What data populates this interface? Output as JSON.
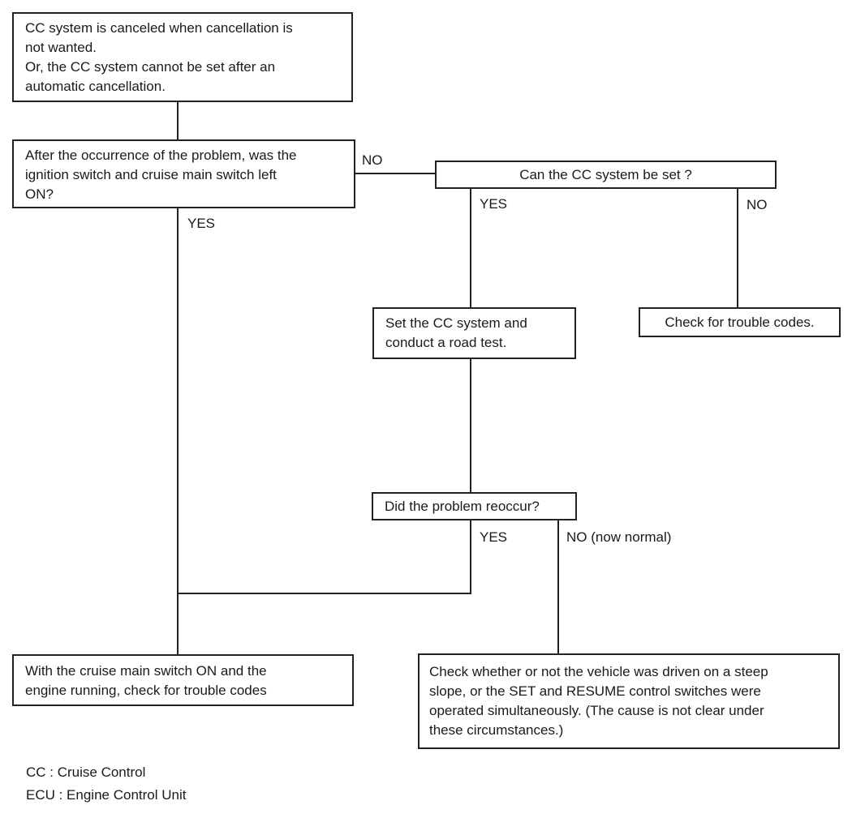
{
  "boxes": {
    "start": [
      "CC system is canceled when cancellation is",
      "not wanted.",
      "Or, the CC system cannot be set after an",
      "automatic cancellation."
    ],
    "q_ignition": [
      "After the occurrence of the problem, was the",
      "ignition switch and cruise main switch left",
      "ON?"
    ],
    "q_can_set": [
      "Can the CC system be set ?"
    ],
    "check_codes_simple": [
      "Check for trouble codes."
    ],
    "set_and_test": [
      "Set the CC system and",
      "conduct a road test."
    ],
    "q_reoccur": [
      "Did the problem reoccur?"
    ],
    "check_codes_main": [
      "With the cruise main switch ON and the",
      "engine running, check for trouble codes"
    ],
    "check_slope": [
      "Check whether or not the vehicle was driven on a steep",
      "slope, or the SET and RESUME control switches were",
      "operated simultaneously. (The cause is not clear under",
      "these circumstances.)"
    ]
  },
  "labels": {
    "ignition_no": "NO",
    "ignition_yes": "YES",
    "can_set_yes": "YES",
    "can_set_no": "NO",
    "reoccur_yes": "YES",
    "reoccur_no": "NO (now normal)"
  },
  "legend": [
    "CC : Cruise Control",
    "ECU : Engine Control Unit"
  ]
}
